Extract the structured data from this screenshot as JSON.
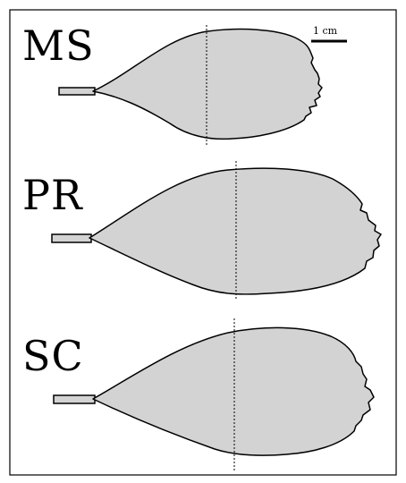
{
  "scale_bar": {
    "label": "1 cm"
  },
  "leaves": [
    {
      "id": "ms",
      "label": "MS",
      "fill": "#d3d3d3"
    },
    {
      "id": "pr",
      "label": "PR",
      "fill": "#d3d3d3"
    },
    {
      "id": "sc",
      "label": "SC",
      "fill": "#d3d3d3"
    }
  ],
  "colors": {
    "leaf_fill": "#d3d3d3",
    "outline": "#000000",
    "frame": "#000000"
  }
}
